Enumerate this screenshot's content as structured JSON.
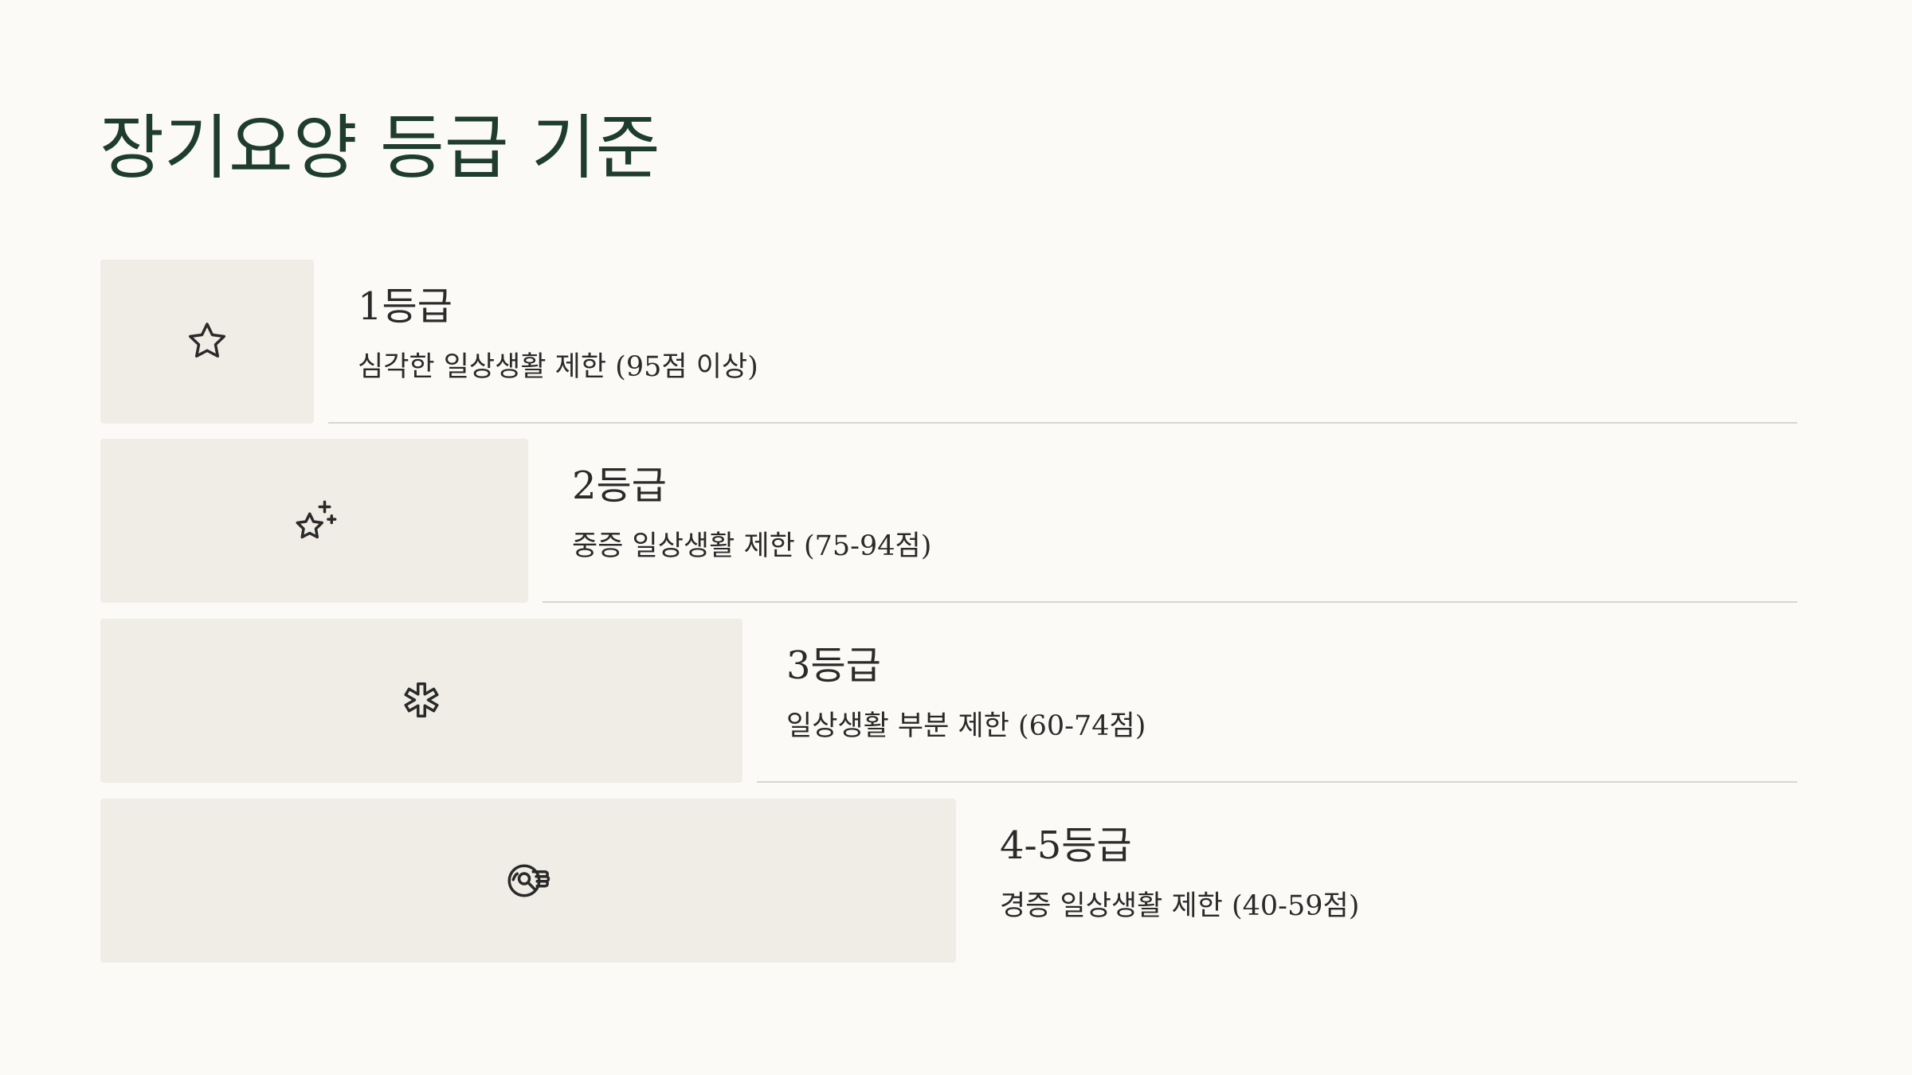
{
  "page": {
    "title": "장기요양 등급 기준"
  },
  "grades": [
    {
      "name": "1등급",
      "description": "심각한 일상생활 제한 (95점 이상)",
      "icon": "star-icon"
    },
    {
      "name": "2등급",
      "description": "중증 일상생활 제한 (75-94점)",
      "icon": "sparkle-star-icon"
    },
    {
      "name": "3등급",
      "description": "일상생활 부분 제한 (60-74점)",
      "icon": "asterisk-icon"
    },
    {
      "name": "4-5등급",
      "description": "경증 일상생활 제한 (40-59점)",
      "icon": "hand-holding-icon"
    }
  ],
  "colors": {
    "background": "#fbfaf6",
    "title": "#1f3d2e",
    "icon_block": "#f0ede6",
    "text": "#2a2a2a",
    "divider": "#d8d6d0"
  }
}
